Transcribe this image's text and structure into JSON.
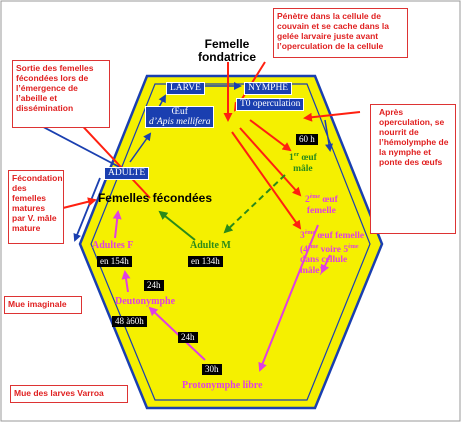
{
  "top_title": [
    "Femelle",
    "fondatrice"
  ],
  "center_title": "Femelles fécondées",
  "boxes": {
    "emergence": "Sortie des femelles fécondées lors de l’émergence de l’abeille et dissémination",
    "penetre": "Pénètre dans la cellule de couvain et se cache dans la gelée larvaire juste avant l’operculation de la cellule",
    "apres": "Après operculation, se nourrit de l’hémolymphe de la nymphe et ponte des œufs",
    "fecondation": "Fécondation des femelles matures par V. mâle mature",
    "mue_imaginale": "Mue imaginale",
    "mue_larves": "Mue des larves  Varroa"
  },
  "host_stages": {
    "larve": "LARVE",
    "nymphe": "NYMPHE",
    "t0": "T0 operculation",
    "oeuf": "Œuf",
    "apis": "d’Apis mellifera",
    "adulte": "ADULTE"
  },
  "mite_stages": {
    "oeuf1": [
      "1",
      "er",
      " œuf",
      "mâle"
    ],
    "oeuf2": [
      "2",
      "ème",
      " œuf",
      "femelle"
    ],
    "oeuf3": [
      "3",
      "ème",
      " œuf femelle",
      "(4",
      "ème",
      " voire 5",
      "ème",
      "dans cellule",
      "mâle)"
    ],
    "adulte_m": "Adulte M",
    "adultes_f": "Adultes F",
    "deutonymphe": "Deutonymphe",
    "protonymphe": "Protonymphe libre"
  },
  "times": {
    "t60": "60 h",
    "t134": "en 134h",
    "t154": "en 154h",
    "t24a": "24h",
    "t4860": "48 à60h",
    "t24b": "24h",
    "t30": "30h"
  },
  "colors": {
    "hexagon_fill": "#f5f000",
    "blue": "#1a3fb0",
    "red": "#ff2010",
    "pink": "#e040e0",
    "green": "#2a8a1a"
  }
}
